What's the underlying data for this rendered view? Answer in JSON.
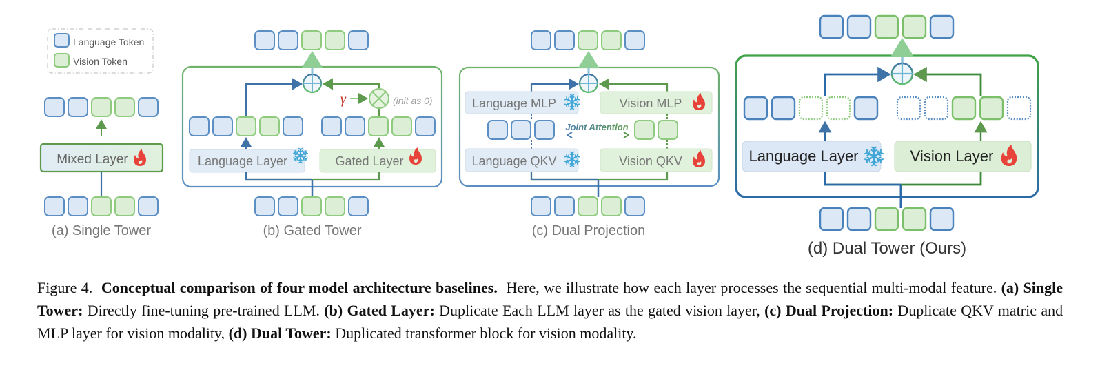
{
  "legend": {
    "language_token": "Language Token",
    "vision_token": "Vision Token"
  },
  "colors": {
    "language_fill": "#dce8f5",
    "language_stroke": "#5b8fc4",
    "vision_fill": "#dcefd6",
    "vision_stroke": "#8ecb7e",
    "blue_line": "#3f73a8",
    "green_line": "#5d9a4d",
    "fire": "#e8433b",
    "snow": "#3fa6d6",
    "gamma": "#c0392b"
  },
  "token_sequence": [
    "language",
    "language",
    "vision",
    "vision",
    "language"
  ],
  "panels": {
    "a": {
      "caption": "(a) Single Tower",
      "layer_label": "Mixed Layer",
      "layer_icon": "fire-icon"
    },
    "b": {
      "caption": "(b) Gated Tower",
      "left_layer": "Language Layer",
      "left_icon": "snowflake-icon",
      "right_layer": "Gated Layer",
      "right_icon": "fire-icon",
      "gate_symbol": "γ",
      "gate_note": "(init as 0)"
    },
    "c": {
      "caption": "(c) Dual Projection",
      "lang_mlp": "Language MLP",
      "vision_mlp": "Vision MLP",
      "lang_qkv": "Language QKV",
      "vision_qkv": "Vision QKV",
      "joint_attention": "Joint Attention"
    },
    "d": {
      "caption": "(d) Dual Tower (Ours)",
      "left_layer": "Language Layer",
      "left_icon": "snowflake-icon",
      "right_layer": "Vision Layer",
      "right_icon": "fire-icon"
    }
  },
  "figure_caption": {
    "label": "Figure 4.",
    "title": "Conceptual comparison of four model architecture baselines.",
    "intro": "Here, we illustrate how each layer processes the sequential multi-modal feature.",
    "items": [
      {
        "tag": "(a)",
        "name": "Single Tower:",
        "text": "Directly fine-tuning pre-trained LLM."
      },
      {
        "tag": "(b)",
        "name": "Gated Layer:",
        "text": "Duplicate Each LLM layer as the gated vision layer,"
      },
      {
        "tag": "(c)",
        "name": "Dual Projection:",
        "text": "Duplicate QKV matric and MLP layer for vision modality,"
      },
      {
        "tag": "(d)",
        "name": "Dual Tower:",
        "text": "Duplicated transformer block for vision modality."
      }
    ]
  }
}
